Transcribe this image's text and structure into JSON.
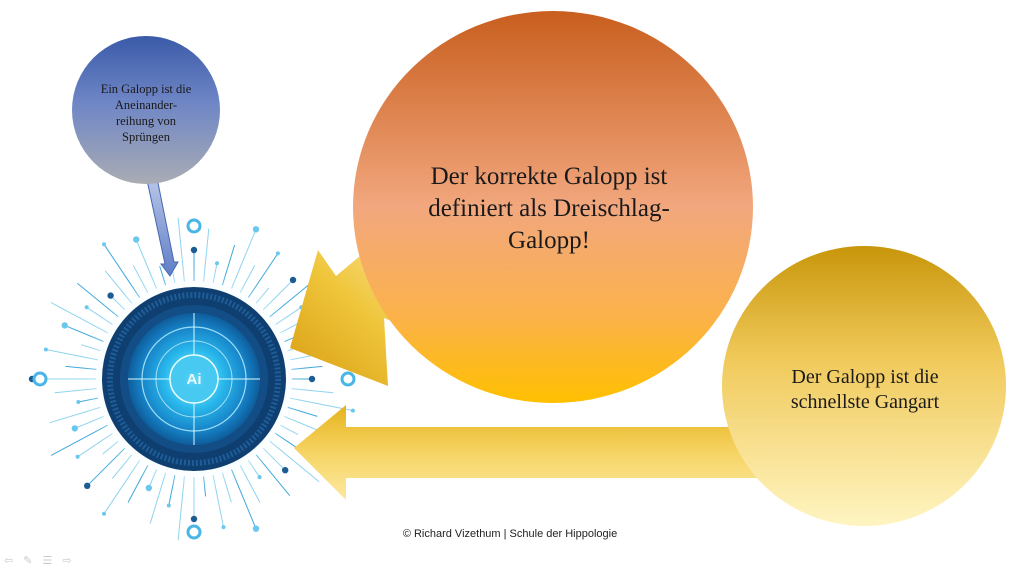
{
  "bubbles": {
    "definition": "Ein Galopp ist die Aneinander-reihung von Sprüngen",
    "three_beat": "Der korrekte Galopp ist definiert als Dreischlag-Galopp!",
    "fastest": "Der Galopp ist die schnellste Gangart"
  },
  "hub": {
    "label": "Ai"
  },
  "footer": "© Richard Vizethum | Schule der Hippologie",
  "nav_icons": [
    "previous-icon",
    "pen-icon",
    "menu-icon",
    "next-icon"
  ],
  "nav_glyphs": [
    "⇦",
    "✎",
    "☰",
    "⇨"
  ],
  "colors": {
    "blue_top": "#3a5aa8",
    "blue_bottom": "#a9acb4",
    "orange_top": "#c85e1e",
    "orange_bottom": "#ffc000",
    "yellow_top": "#c8960a",
    "yellow_bottom": "#fff5c2",
    "arrow": "#e8b418",
    "hub_core": "#2aa7e0",
    "hub_ring": "#0f3f70"
  }
}
